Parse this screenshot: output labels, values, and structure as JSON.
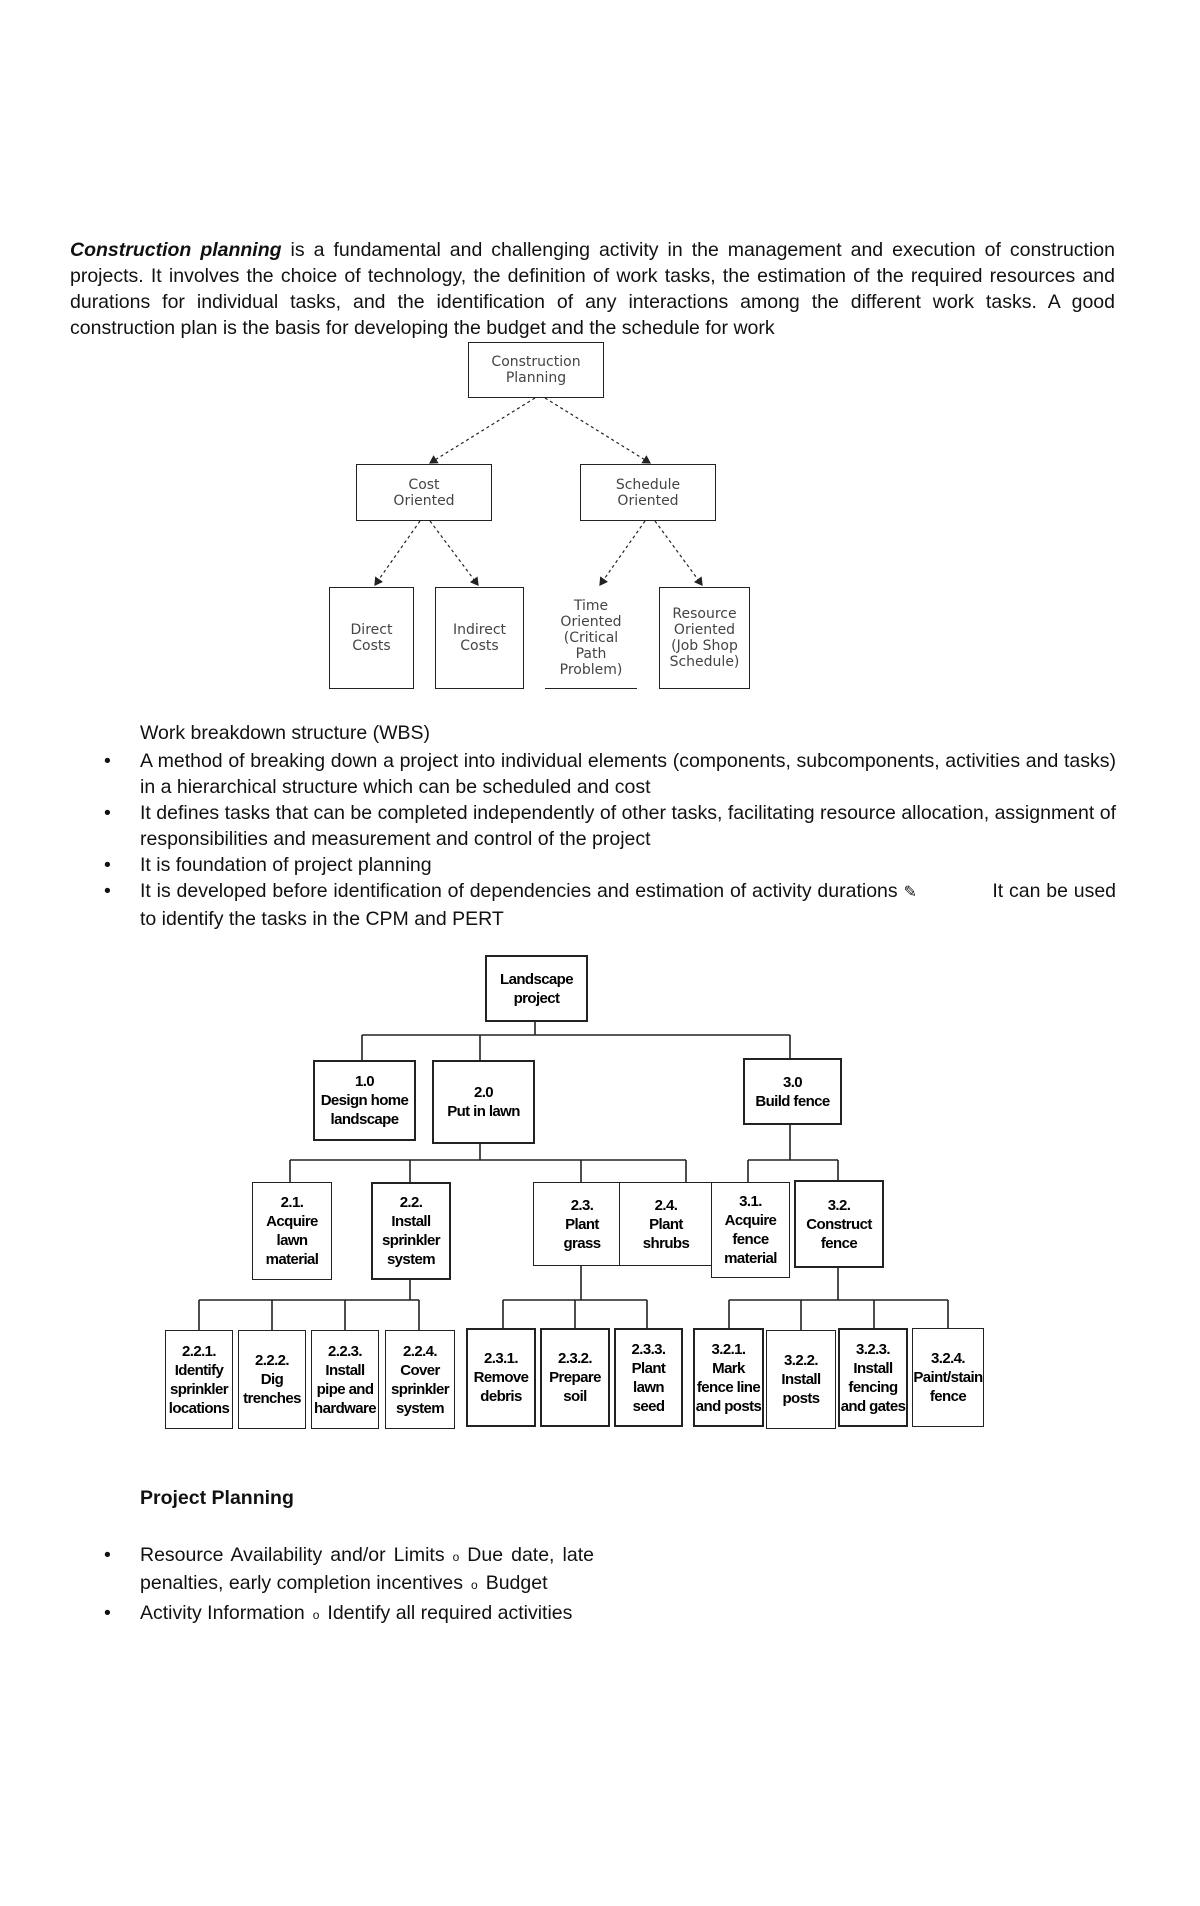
{
  "intro": {
    "term": "Construction planning",
    "text": " is a fundamental and challenging activity in the management and execution of construction projects. It involves the choice of technology, the definition of work tasks, the estimation of the required resources and durations for individual tasks, and the identification of any interactions among the different work tasks. A good construction plan is the basis for developing the budget and the schedule for work"
  },
  "planning_diagram": {
    "root": "Construction\nPlanning",
    "cost": "Cost\nOriented",
    "schedule": "Schedule\nOriented",
    "direct": "Direct\nCosts",
    "indirect": "Indirect\nCosts",
    "time": "Time\nOriented\n(Critical\nPath\nProblem)",
    "resource": "Resource\nOriented\n(Job Shop\nSchedule)"
  },
  "wbs": {
    "title": "Work breakdown structure (WBS)",
    "bullet": "•",
    "items": [
      "A method of breaking down a project into individual elements (components, subcomponents, activities and tasks) in a hierarchical structure which can be scheduled and cost",
      "It defines tasks that can be completed independently of other tasks, facilitating resource allocation, assignment of responsibilities and measurement and control of the project",
      "It is foundation of project planning"
    ],
    "last_item_a": "It is developed before identification of dependencies and estimation of activity durations",
    "last_item_icon": "✎",
    "last_item_b": "It can be used to identify the tasks in the CPM and PERT"
  },
  "landscape_wbs": {
    "root": "Landscape\nproject",
    "n1": "1.0\nDesign home\nlandscape",
    "n2": "2.0\nPut in lawn",
    "n3": "3.0\nBuild fence",
    "n21": "2.1.\nAcquire\nlawn\nmaterial",
    "n22": "2.2.\nInstall\nsprinkler\nsystem",
    "n23": "2.3.\nPlant\ngrass",
    "n24": "2.4.\nPlant\nshrubs",
    "n31": "3.1.\nAcquire\nfence\nmaterial",
    "n32": "3.2.\nConstruct\nfence",
    "n221": "2.2.1.\nIdentify\nsprinkler\nlocations",
    "n222": "2.2.2.\nDig\ntrenches",
    "n223": "2.2.3.\nInstall\npipe and\nhardware",
    "n224": "2.2.4.\nCover\nsprinkler\nsystem",
    "n231": "2.3.1.\nRemove\ndebris",
    "n232": "2.3.2.\nPrepare\nsoil",
    "n233": "2.3.3.\nPlant\nlawn\nseed",
    "n321": "3.2.1.\nMark\nfence line\nand posts",
    "n322": "3.2.2.\nInstall\nposts",
    "n323": "3.2.3.\nInstall\nfencing\nand gates",
    "n324": "3.2.4.\nPaint/stain\nfence"
  },
  "project_planning": {
    "title": "Project Planning",
    "bullet": "•",
    "sub_bullet": "o",
    "item1_a": "Resource Availability and/or Limits",
    "item1_b": "Due date, late penalties, early completion incentives",
    "item1_c": "Budget",
    "item2_a": "Activity Information",
    "item2_b": "Identify all required activities"
  }
}
